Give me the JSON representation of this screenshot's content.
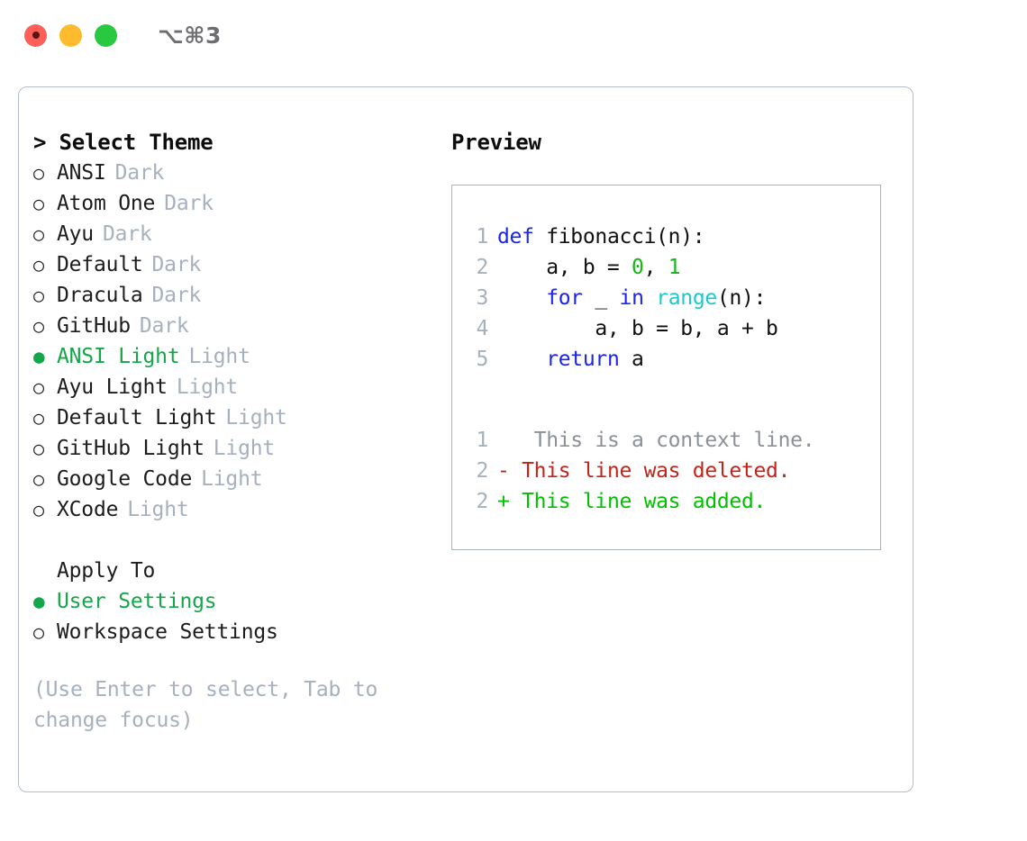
{
  "titlebar": {
    "shortcut": "⌥⌘3",
    "buttons": [
      {
        "name": "close",
        "color": "#fb5f57"
      },
      {
        "name": "minimize",
        "color": "#fdbc2e"
      },
      {
        "name": "maximize",
        "color": "#28c840"
      }
    ]
  },
  "theme_panel": {
    "heading": "> Select Theme",
    "items": [
      {
        "bullet": "○",
        "name": "ANSI",
        "mode": "Dark",
        "selected": false
      },
      {
        "bullet": "○",
        "name": "Atom One",
        "mode": "Dark",
        "selected": false
      },
      {
        "bullet": "○",
        "name": "Ayu",
        "mode": "Dark",
        "selected": false
      },
      {
        "bullet": "○",
        "name": "Default",
        "mode": "Dark",
        "selected": false
      },
      {
        "bullet": "○",
        "name": "Dracula",
        "mode": "Dark",
        "selected": false
      },
      {
        "bullet": "○",
        "name": "GitHub",
        "mode": "Dark",
        "selected": false
      },
      {
        "bullet": "●",
        "name": "ANSI Light",
        "mode": "Light",
        "selected": true
      },
      {
        "bullet": "○",
        "name": "Ayu Light",
        "mode": "Light",
        "selected": false
      },
      {
        "bullet": "○",
        "name": "Default Light",
        "mode": "Light",
        "selected": false
      },
      {
        "bullet": "○",
        "name": "GitHub Light",
        "mode": "Light",
        "selected": false
      },
      {
        "bullet": "○",
        "name": "Google Code",
        "mode": "Light",
        "selected": false
      },
      {
        "bullet": "○",
        "name": "XCode",
        "mode": "Light",
        "selected": false
      }
    ]
  },
  "apply_to": {
    "label": "Apply To",
    "items": [
      {
        "bullet": "●",
        "name": "User Settings",
        "selected": true
      },
      {
        "bullet": "○",
        "name": "Workspace Settings",
        "selected": false
      }
    ]
  },
  "hint": "(Use Enter to select, Tab to change focus)",
  "preview": {
    "title": "Preview",
    "code": [
      {
        "ln": "1",
        "tokens": [
          {
            "t": "def ",
            "c": "kw"
          },
          {
            "t": "fibonacci(n):",
            "c": "plain"
          }
        ]
      },
      {
        "ln": "2",
        "tokens": [
          {
            "t": "    a, b = ",
            "c": "plain"
          },
          {
            "t": "0",
            "c": "num"
          },
          {
            "t": ", ",
            "c": "plain"
          },
          {
            "t": "1",
            "c": "num"
          }
        ]
      },
      {
        "ln": "3",
        "tokens": [
          {
            "t": "    ",
            "c": "plain"
          },
          {
            "t": "for",
            "c": "kw"
          },
          {
            "t": " _ ",
            "c": "plain"
          },
          {
            "t": "in",
            "c": "kw"
          },
          {
            "t": " ",
            "c": "plain"
          },
          {
            "t": "range",
            "c": "fn"
          },
          {
            "t": "(n):",
            "c": "plain"
          }
        ]
      },
      {
        "ln": "4",
        "tokens": [
          {
            "t": "        a, b = b, a + b",
            "c": "plain"
          }
        ]
      },
      {
        "ln": "5",
        "tokens": [
          {
            "t": "    ",
            "c": "plain"
          },
          {
            "t": "return",
            "c": "kw"
          },
          {
            "t": " a",
            "c": "plain"
          }
        ]
      }
    ],
    "diff": [
      {
        "ln": "1",
        "marker": " ",
        "text": "  This is a context line.",
        "kind": "diff-ctx"
      },
      {
        "ln": "2",
        "marker": "-",
        "text": " This line was deleted.",
        "kind": "diff-del"
      },
      {
        "ln": "2",
        "marker": "+",
        "text": " This line was added.",
        "kind": "diff-add"
      }
    ]
  },
  "colors": {
    "accent_green": "#16a64a",
    "diff_add": "#00c000",
    "diff_del": "#c0241a",
    "keyword_blue": "#1b24e8",
    "function_cyan": "#1ec8c8",
    "number_green": "#14b814",
    "muted_gray": "#a7b0bd",
    "border": "#b4bdcc"
  }
}
